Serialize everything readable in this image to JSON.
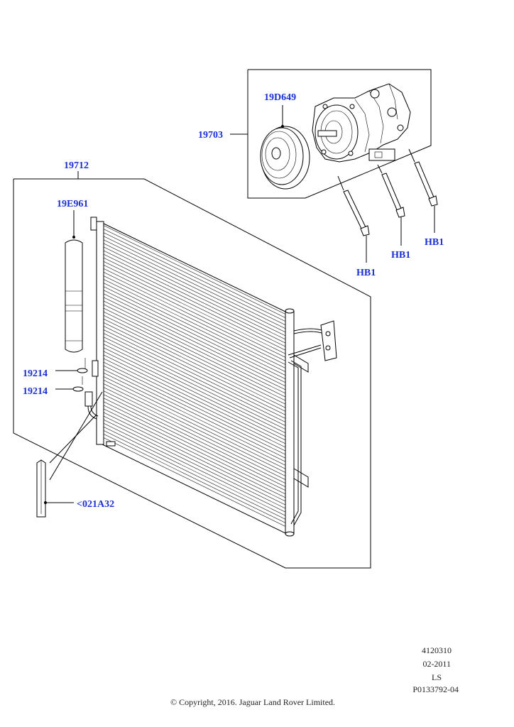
{
  "callouts": {
    "compressor_pulley": "19D649",
    "compressor_assembly": "19703",
    "condenser": "19712",
    "receiver_drier": "19E961",
    "o_ring_upper": "19214",
    "o_ring_lower": "19214",
    "bolt_1": "HB1",
    "bolt_2": "HB1",
    "bolt_3": "HB1",
    "seal_strip": "<021A32"
  },
  "footer": {
    "code_1": "4120310",
    "date": "02-2011",
    "code_2": "LS",
    "ref": "P0133792-04",
    "copyright": "© Copyright, 2016. Jaguar Land Rover Limited."
  }
}
